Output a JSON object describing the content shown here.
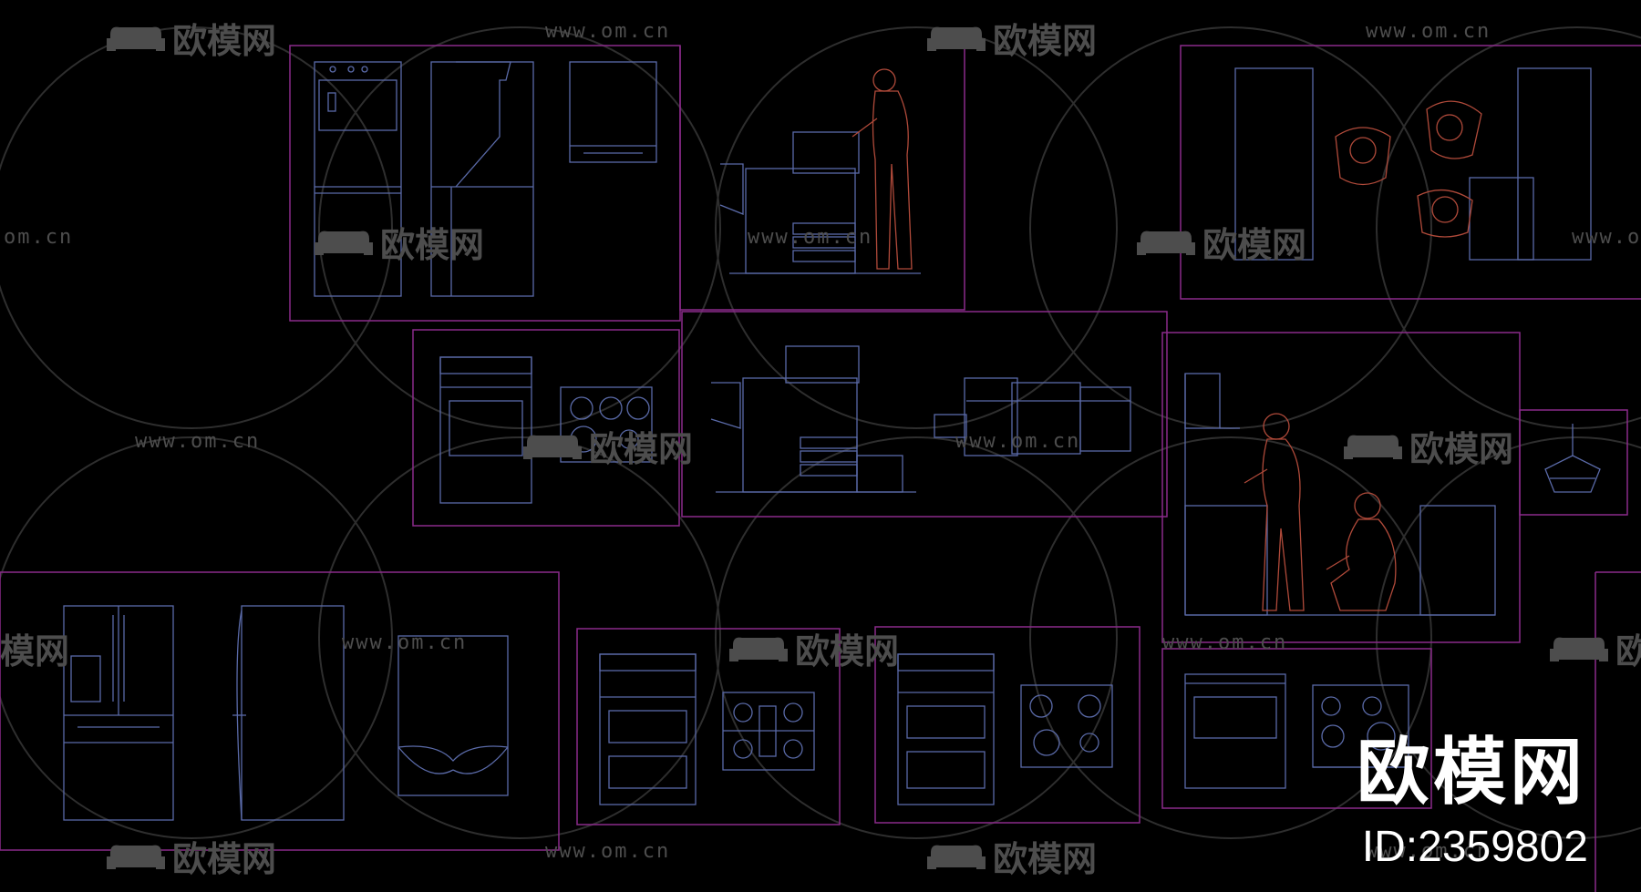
{
  "watermark": {
    "url": "www.om.cn",
    "url_fragment": "om.cn",
    "logo_text": "欧模网",
    "logo_fragment_left": "模网",
    "logo_fragment_right": "欧"
  },
  "brand": {
    "name": "欧模网",
    "id_label": "ID:2359802"
  },
  "colors": {
    "background": "#000000",
    "frame": "#8a2a8a",
    "appliance": "#5a6aa8",
    "person": "#b04a3a",
    "watermark": "#4d4d4d",
    "brand": "#ffffff"
  },
  "icons": [
    "sofa-logo-icon"
  ]
}
